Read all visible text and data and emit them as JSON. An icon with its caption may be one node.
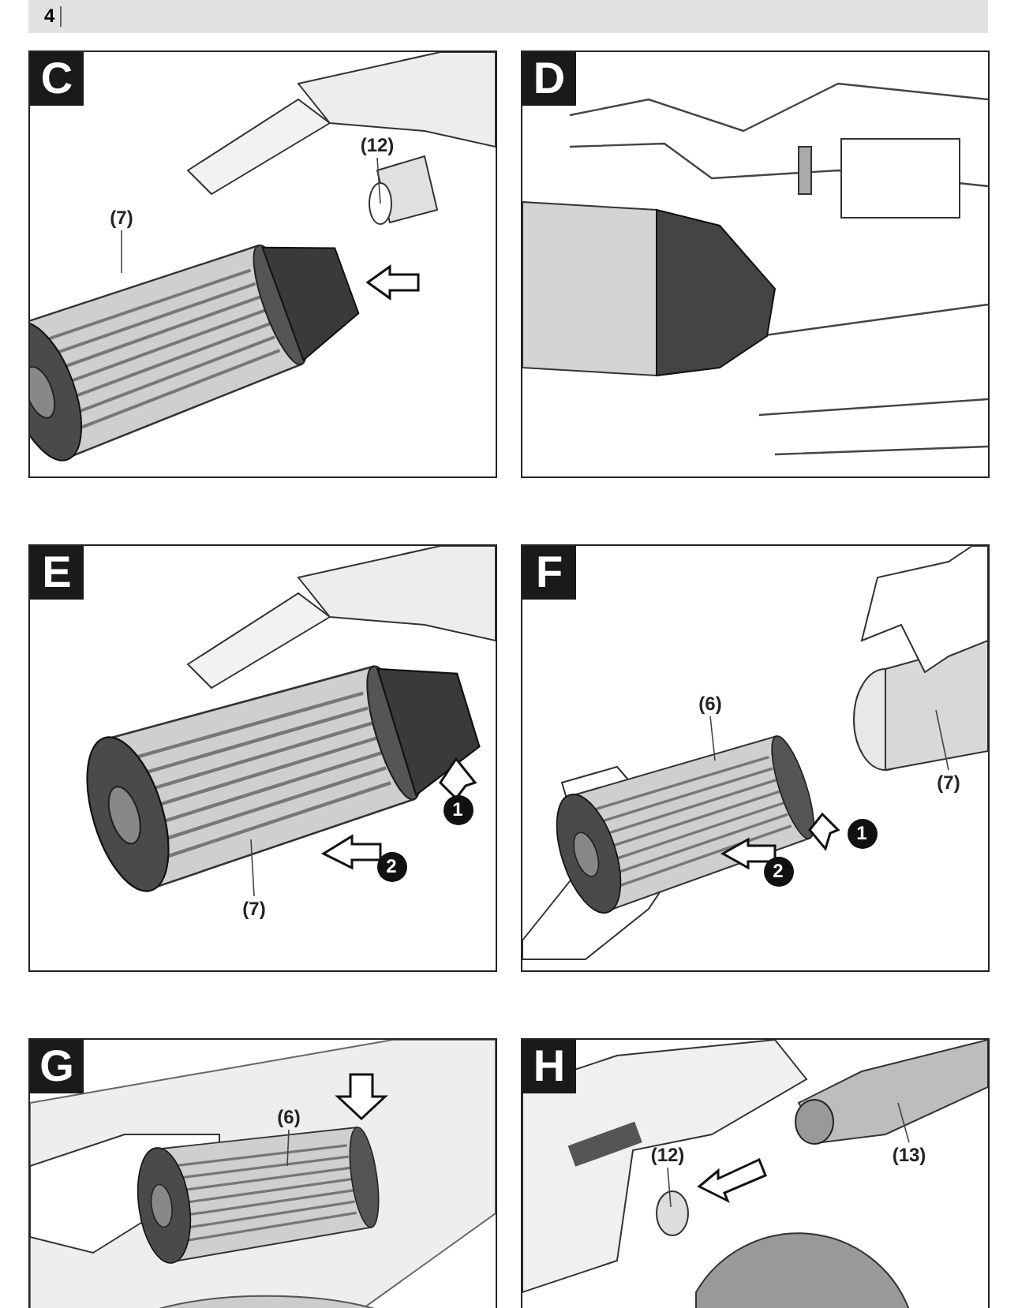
{
  "diagram": {
    "nodes": [
      {
        "text": [
          "C"
        ]
      },
      {
        "text": [
          "(12)"
        ],
        "in": 0
      },
      {
        "text": [
          "(7)"
        ],
        "in": 0
      },
      {
        "text": [
          "D"
        ]
      },
      {
        "text": [
          "E"
        ]
      },
      {
        "text": [
          "(7)"
        ],
        "in": 4
      },
      {
        "text": [
          "F"
        ]
      },
      {
        "text": [
          "(6)"
        ],
        "in": 6
      },
      {
        "text": [
          "(7)"
        ],
        "in": 6
      },
      {
        "text": [
          "G"
        ]
      },
      {
        "text": [
          "(6)"
        ],
        "in": 9
      },
      {
        "text": [
          "H"
        ]
      },
      {
        "text": [
          "(12)"
        ],
        "in": 11
      },
      {
        "text": [
          "(13)"
        ],
        "in": 11
      }
    ],
    "edges": [
      {
        "from": 1,
        "to": null,
        "arrow": "none"
      },
      {
        "from": 2,
        "to": null,
        "arrow": "none"
      },
      {
        "from": 5,
        "to": null,
        "arrow": "none"
      },
      {
        "from": 7,
        "to": null,
        "arrow": "none"
      },
      {
        "from": 8,
        "to": null,
        "arrow": "none"
      },
      {
        "from": 10,
        "to": null,
        "arrow": "none"
      },
      {
        "from": 12,
        "to": null,
        "arrow": "none"
      },
      {
        "from": 13,
        "to": null,
        "arrow": "none"
      }
    ],
    "labels": [
      "4",
      "1",
      "2",
      "1",
      "2"
    ]
  }
}
